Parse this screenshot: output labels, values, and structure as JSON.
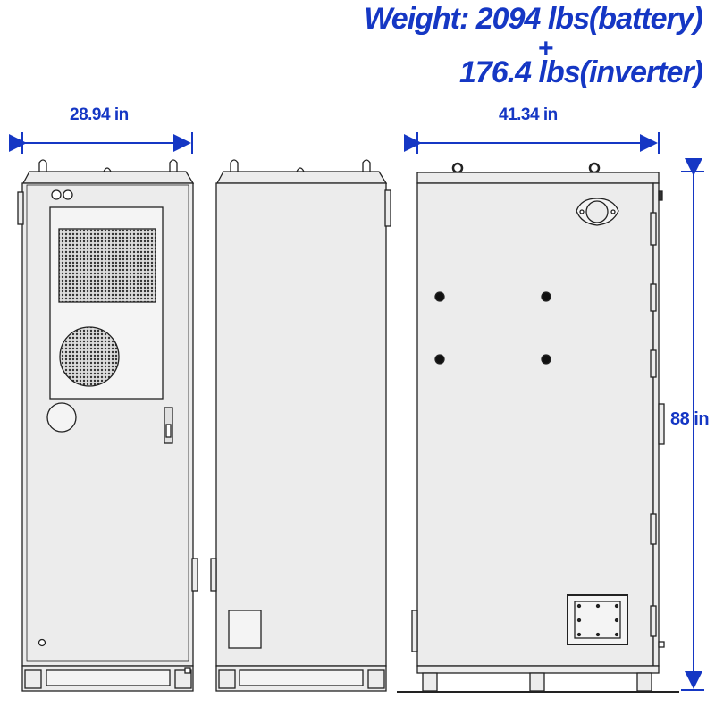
{
  "weight_text": {
    "line1": "Weight:  2094 lbs(battery)",
    "plus": "+",
    "line2": "176.4 lbs(inverter)"
  },
  "dimensions": {
    "width": "28.94 in",
    "depth": "41.34 in",
    "height": "88 in"
  },
  "colors": {
    "accent": "#1537c4",
    "cabinet_fill": "#ececec",
    "outline": "#222222"
  }
}
